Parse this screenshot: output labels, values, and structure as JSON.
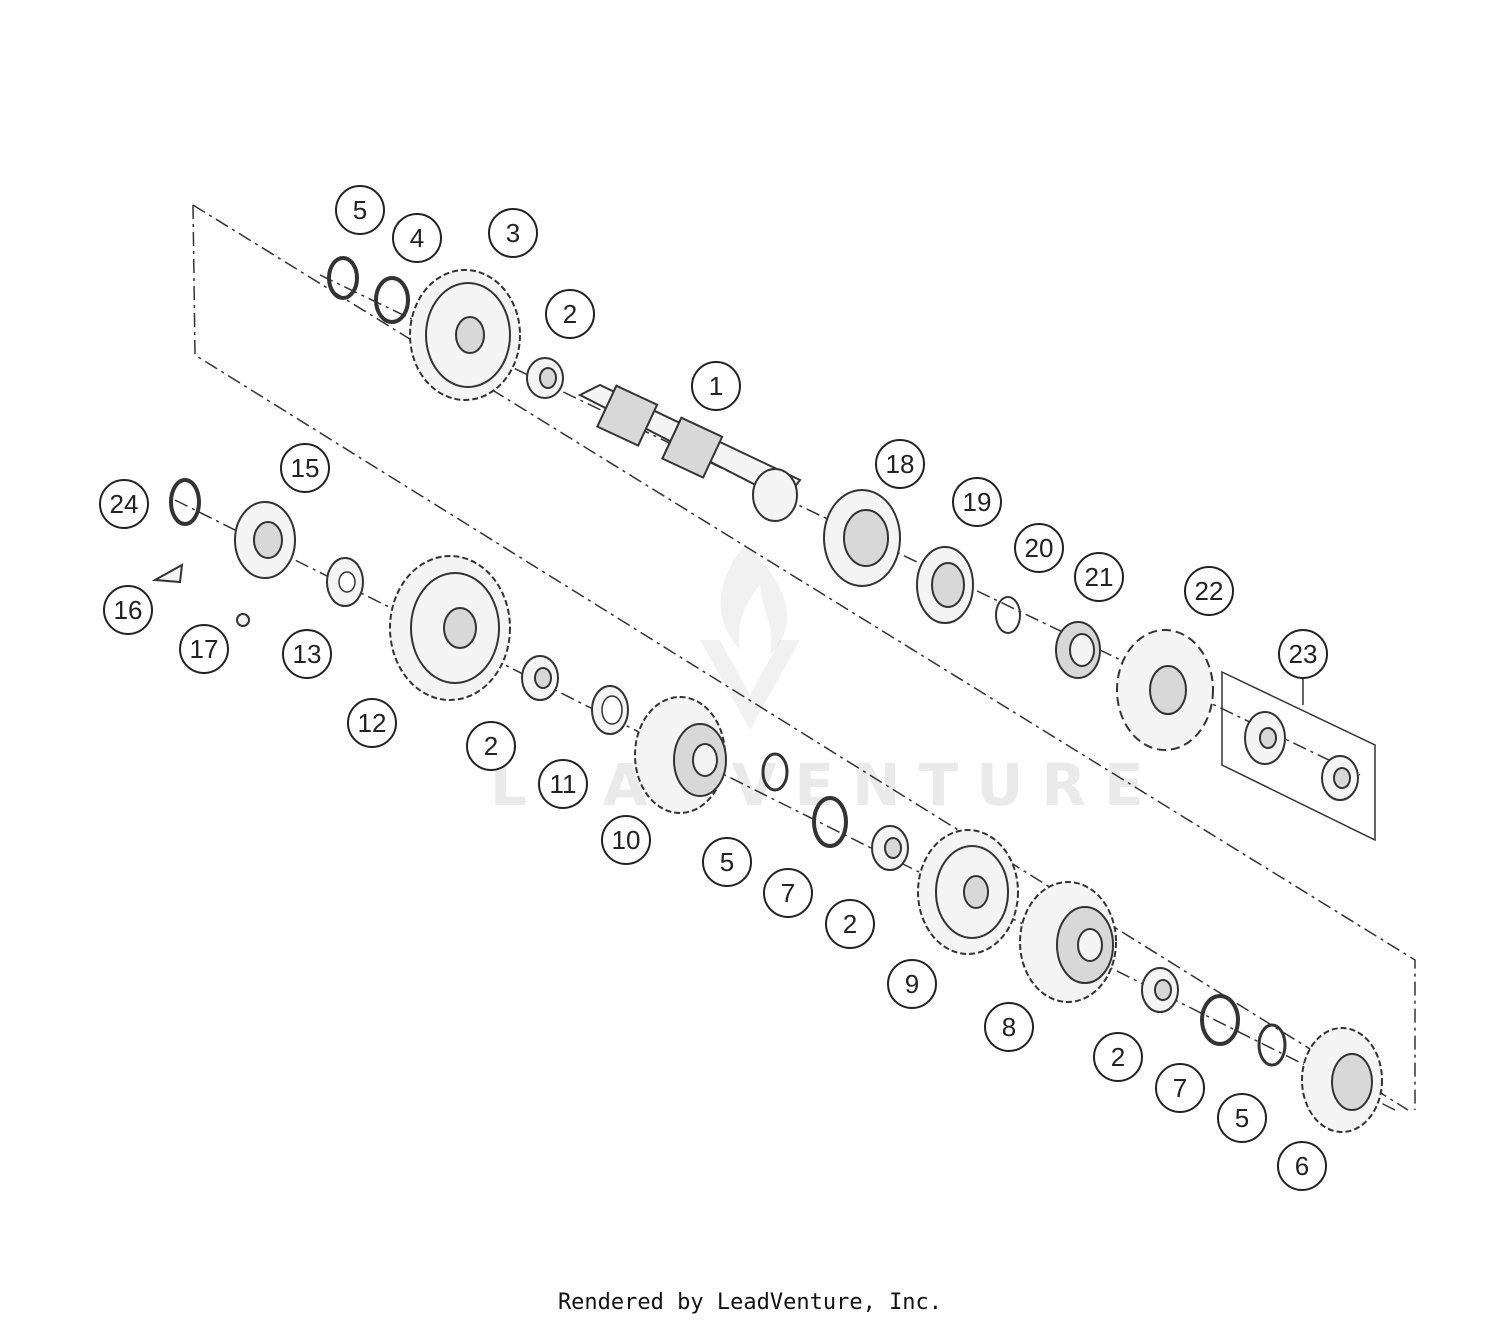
{
  "diagram": {
    "callouts": [
      "5",
      "4",
      "3",
      "2",
      "1",
      "18",
      "19",
      "20",
      "21",
      "22",
      "23",
      "15",
      "24",
      "16",
      "17",
      "13",
      "12",
      "2",
      "11",
      "10",
      "5",
      "7",
      "2",
      "9",
      "8",
      "2",
      "7",
      "5",
      "6"
    ]
  },
  "watermark": {
    "text": "LEADVENTURE"
  },
  "footer": {
    "text": "Rendered by LeadVenture, Inc."
  }
}
